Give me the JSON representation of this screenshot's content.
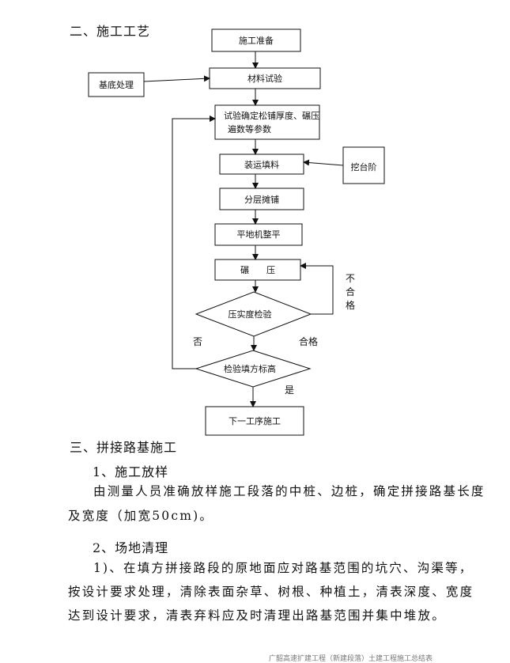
{
  "section2": {
    "title": "二、施工工艺"
  },
  "flow": {
    "node_prep": "施工准备",
    "node_material_test": "材料试验",
    "node_base_treatment": "基底处理",
    "node_trial_line1": "试验确定松铺厚度、碾压",
    "node_trial_line2": "遍数等参数",
    "node_transport": "装运填料",
    "node_step_dig": "挖台阶",
    "node_layer_spread": "分层摊铺",
    "node_grader": "平地机整平",
    "node_roll": "碾　　压",
    "node_compaction_check": "压实度检验",
    "node_elevation_check": "检验填方标高",
    "node_next": "下一工序施工",
    "label_fail_1": "不",
    "label_fail_2": "合",
    "label_fail_3": "格",
    "label_pass": "合格",
    "label_no": "否",
    "label_yes": "是"
  },
  "section3": {
    "title": "三、拼接路基施工",
    "sub1_title": "1、施工放样",
    "sub1_line1": "由测量人员准确放样施工段落的中桩、边桩，确定拼接路基长度",
    "sub1_line2": "及宽度（加宽50cm)。",
    "sub2_title": "2、场地清理",
    "sub2_line1": "1)、在填方拼接路段的原地面应对路基范围的坑穴、沟渠等，",
    "sub2_line2": "按设计要求处理，清除表面杂草、树根、种植土，清表深度、宽度",
    "sub2_line3": "达到设计要求，清表弃料应及时清理出路基范围并集中堆放。"
  },
  "footer": {
    "text": "广韶高速扩建工程（新建段落）土建工程施工总结表"
  }
}
